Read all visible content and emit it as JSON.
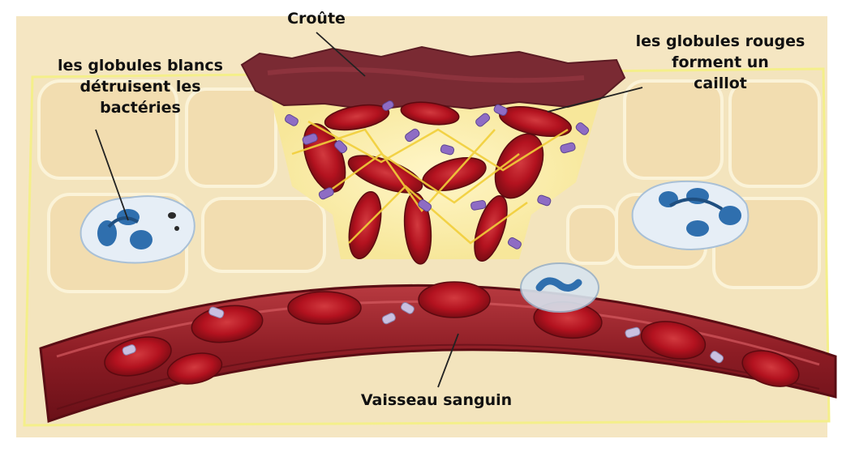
{
  "labels": {
    "croute": "Croûte",
    "globules_rouges": [
      "les globules rouges",
      "forment un",
      "caillot"
    ],
    "globules_blancs": [
      "les globules blancs",
      "détruisent les",
      "bactéries"
    ],
    "vaisseau": "Vaisseau sanguin"
  },
  "colors": {
    "background": "#f5e6c2",
    "tissue_cell": "#f2ddb0",
    "scab": "#7a2a33",
    "red_blood_cell": "#b3121f",
    "platelet": "#8e6cc4",
    "fibrin": "#f2cf3a",
    "white_cell_nucleus": "#2f6fae",
    "vessel": "#8c1c24"
  }
}
